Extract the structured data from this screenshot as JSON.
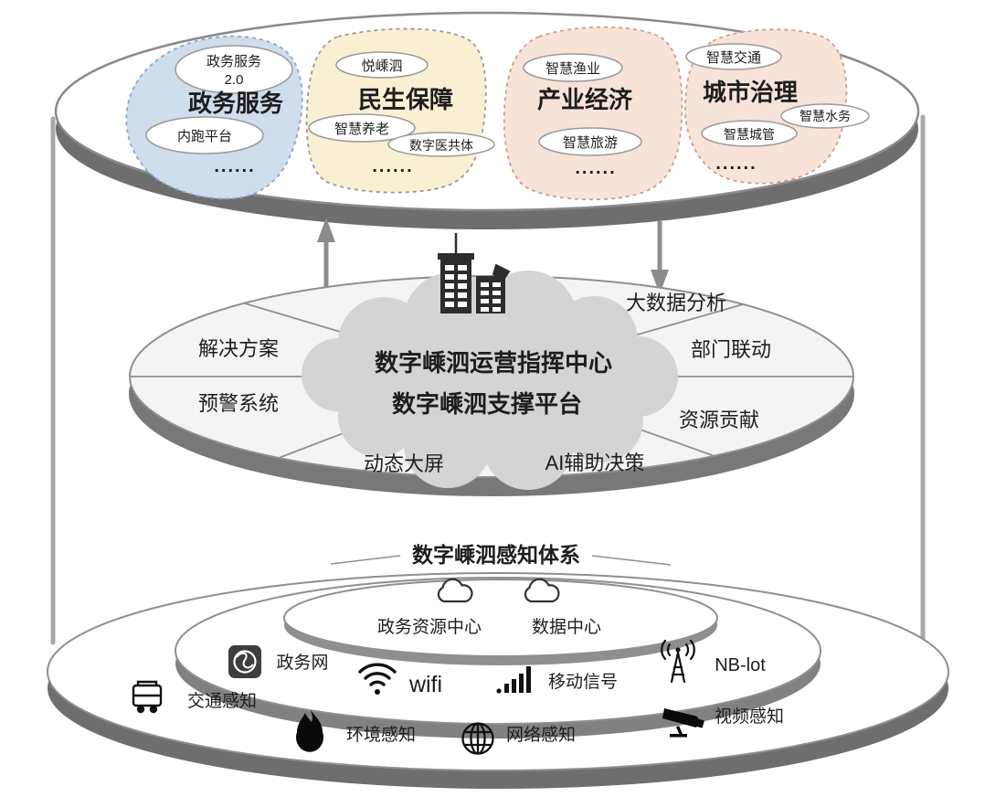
{
  "palette": {
    "accent_red": "#e03018",
    "blob_blue_fill": "#cfdded",
    "blob_yellow_fill": "#f9efd3",
    "blob_salmon_fill": "#f8e3d8",
    "rim_gray": "#6e6e6e",
    "cloud_gray": "#d4d4d4"
  },
  "top_layer": {
    "sections": [
      {
        "title": "政务服务",
        "bubble1_line1": "政务服务",
        "bubble1_line2": "2.0",
        "bubble2": "内跑平台",
        "dots": "......"
      },
      {
        "title": "民生保障",
        "bubble1": "悦嵊泗",
        "bubble2": "智慧养老",
        "bubble3": "数字医共体",
        "dots": "......"
      },
      {
        "title": "产业经济",
        "bubble1": "智慧渔业",
        "bubble2": "智慧旅游",
        "dots": "......"
      },
      {
        "title": "城市治理",
        "bubble1": "智慧交通",
        "bubble2": "智慧水务",
        "bubble3": "智慧城管",
        "dots": "......"
      }
    ]
  },
  "middle_layer": {
    "center_line1": "数字嵊泗运营指挥中心",
    "center_line2": "数字嵊泗支撑平台",
    "segments": {
      "solution": "解决方案",
      "warning": "预警系统",
      "big_screen": "动态大屏",
      "ai_decision": "AI辅助决策",
      "resource": "资源贡献",
      "department": "部门联动",
      "big_data": "大数据分析"
    }
  },
  "bottom_layer": {
    "title": "数字嵊泗感知体系",
    "inner_ring": {
      "gov_resource_center": "政务资源中心",
      "data_center": "数据中心"
    },
    "network_ring": {
      "gov_network": "政务网",
      "wifi": "wifi",
      "mobile_signal": "移动信号",
      "nb_iot": "NB-lot"
    },
    "sensing_ring": {
      "traffic": "交通感知",
      "environment": "环境感知",
      "network": "网络感知",
      "video": "视频感知"
    }
  }
}
